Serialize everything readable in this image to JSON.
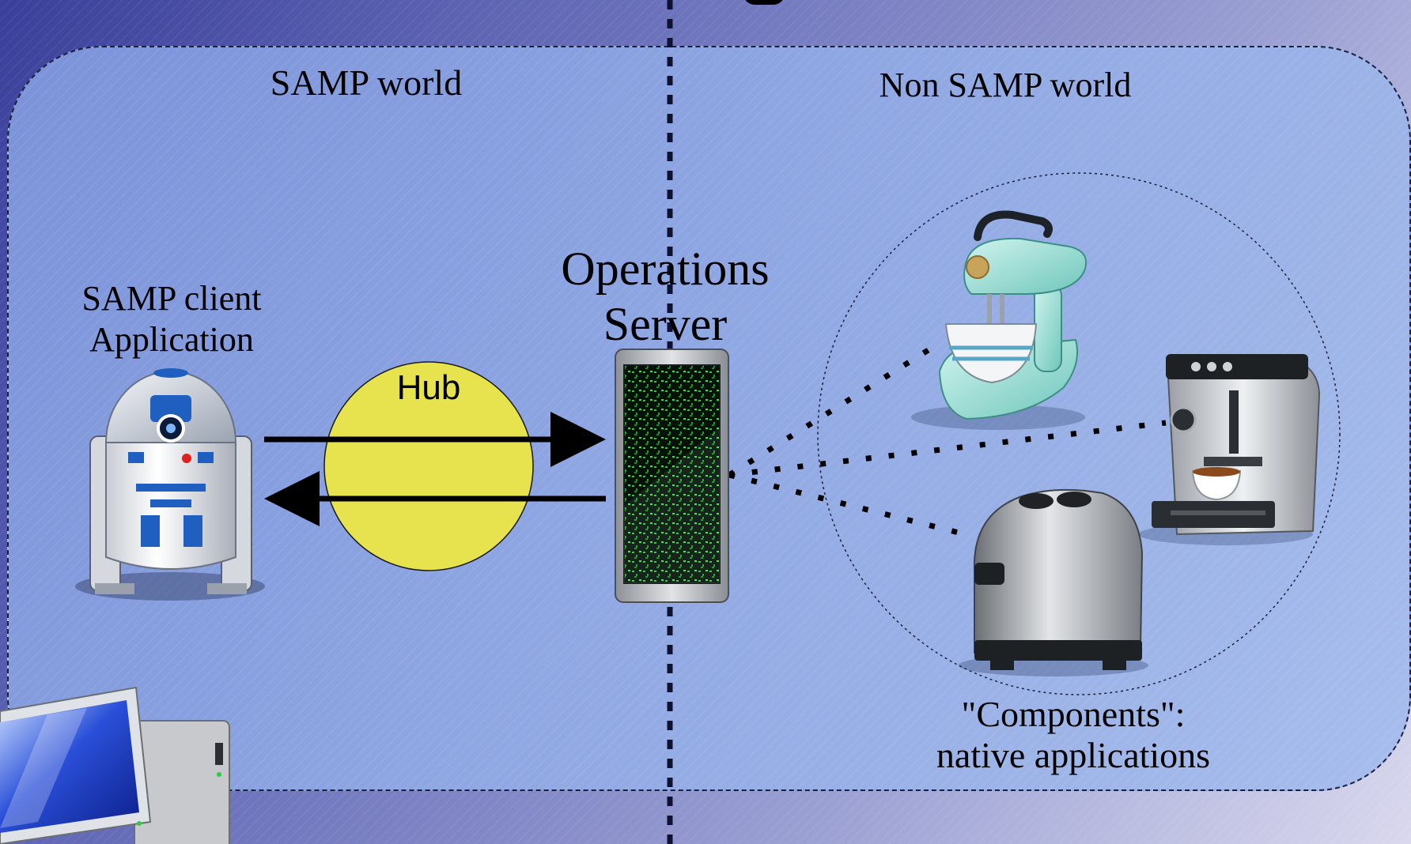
{
  "diagram": {
    "samp_world_label": "SAMP world",
    "non_samp_world_label": "Non SAMP world",
    "client_label_line1": "SAMP client",
    "client_label_line2": "Application",
    "hub_label": "Hub",
    "server_label_line1": "Operations",
    "server_label_line2": "Server",
    "components_line1": "\"Components\":",
    "components_line2": "native applications"
  },
  "icons": [
    "robot-client-icon",
    "server-terminal-icon",
    "stand-mixer-icon",
    "coffee-machine-icon",
    "toaster-icon",
    "desktop-computer-icon"
  ],
  "colors": {
    "hub_fill": "#e6e34e",
    "panel": "#8ea6e2",
    "matrix_green": "#27c93a"
  }
}
